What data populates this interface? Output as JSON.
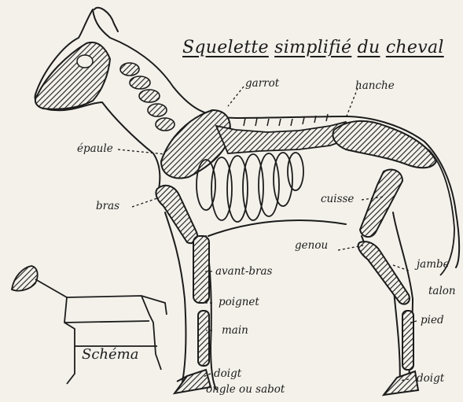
{
  "title_words": [
    "Squelette",
    "simplifié",
    "du",
    "cheval"
  ],
  "labels": {
    "garrot": "garrot",
    "hanche": "hanche",
    "epaule": "épaule",
    "bras": "bras",
    "cuisse": "cuisse",
    "genou": "genou",
    "jambe": "jambe",
    "avant_bras": "avant-bras",
    "talon": "talon",
    "poignet": "poignet",
    "pied": "pied",
    "main": "main",
    "doigt_front": "doigt",
    "doigt_hind": "doigt",
    "ongle": "ongle ou sabot"
  },
  "schema_label": "Schéma",
  "colors": {
    "ink": "#1c1c1c",
    "paper": "#f3f1ea"
  }
}
